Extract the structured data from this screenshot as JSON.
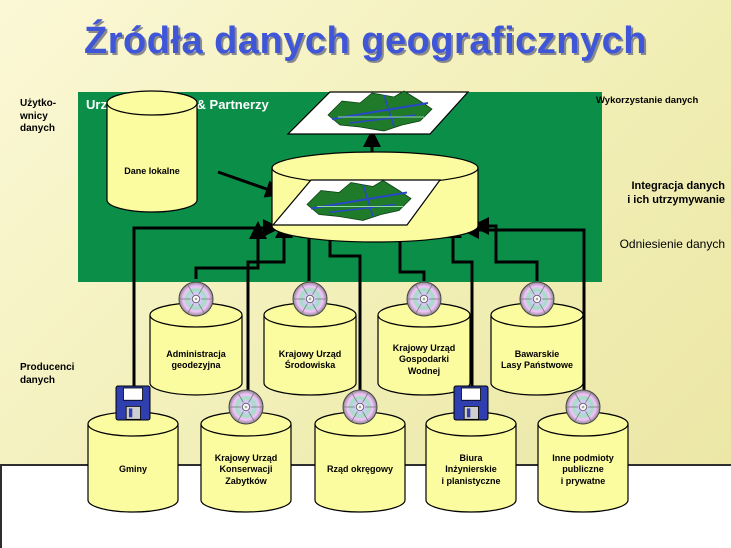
{
  "title": "Źródła danych geograficznych",
  "green_label": "Urząd Powiatowy & Partnerzy",
  "left_labels": {
    "users": "Użytko-\nwnicy\ndanych",
    "producers": "Producenci\ndanych"
  },
  "right_labels": {
    "usage": "Wykorzystanie danych",
    "integration": "Integracja danych\ni ich utrzymywanie",
    "reference": "Odniesienie danych"
  },
  "local_data": "Dane lokalne",
  "middle_row": [
    {
      "label": "Administracja\ngeodezyjna",
      "icon": "cd-icon"
    },
    {
      "label": "Krajowy Urząd\nŚrodowiska",
      "icon": "cd-icon"
    },
    {
      "label": "Krajowy Urząd\nGospodarki\nWodnej",
      "icon": "cd-icon"
    },
    {
      "label": "Bawarskie\nLasy Państwowe",
      "icon": "cd-icon"
    }
  ],
  "bottom_row": [
    {
      "label": "Gminy",
      "icon": "floppy-disk-icon"
    },
    {
      "label": "Krajowy Urząd\nKonserwacji\nZabytków",
      "icon": "cd-icon"
    },
    {
      "label": "Rząd okręgowy",
      "icon": "cd-icon"
    },
    {
      "label": "Biura\nInżynierskie\ni planistyczne",
      "icon": "floppy-disk-icon"
    },
    {
      "label": "Inne podmioty\npubliczne\ni prywatne",
      "icon": "cd-icon"
    }
  ],
  "colors": {
    "title": "#3f56d8",
    "green_panel": "#0b8f48",
    "cylinder": "#fbfba0",
    "map_land": "#1f7a2a",
    "floppy": "#2f3fb0"
  }
}
